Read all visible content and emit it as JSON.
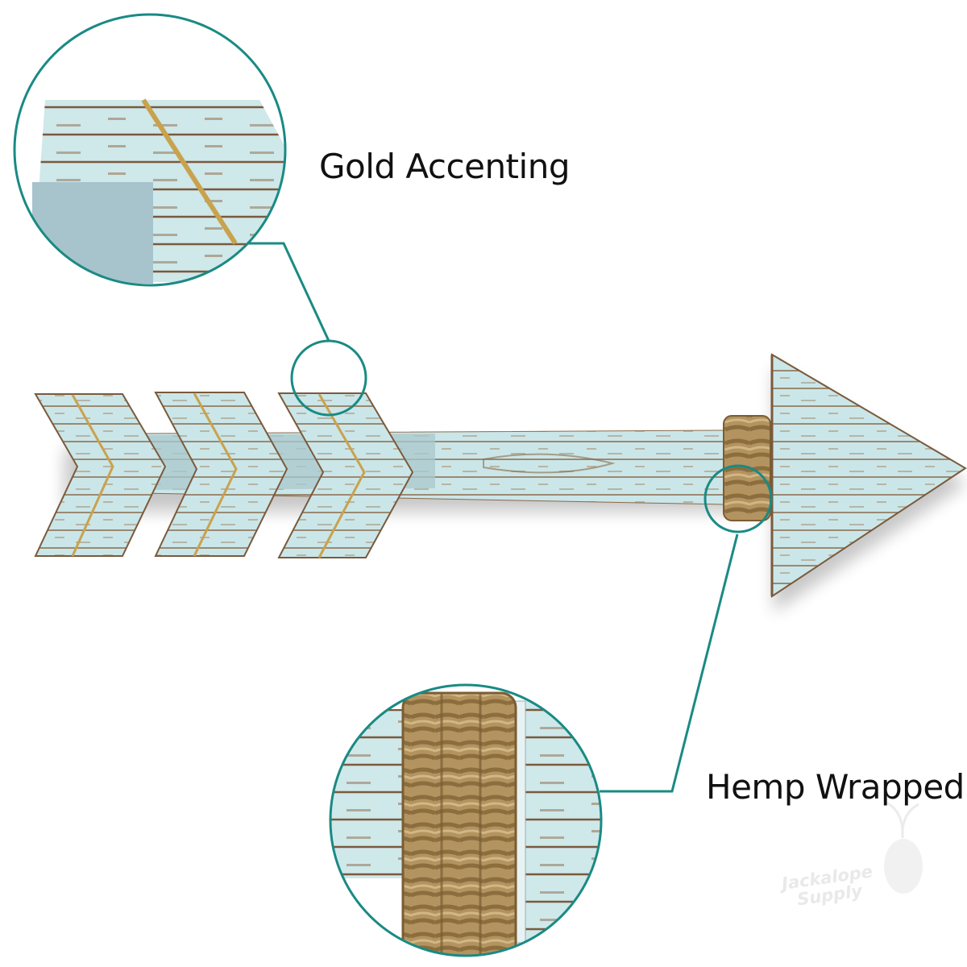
{
  "callouts": {
    "gold": {
      "label": "Gold Accenting"
    },
    "hemp": {
      "label": "Hemp Wrapped"
    }
  },
  "watermark": {
    "line1": "Jackalope",
    "line2": "Supply"
  },
  "colors": {
    "accent_teal": "#1a8a84",
    "wood_paint": "#cbe6e8",
    "wood_stain": "#7a5a3c",
    "gold": "#c9a24e",
    "hemp": "#b3935f"
  }
}
